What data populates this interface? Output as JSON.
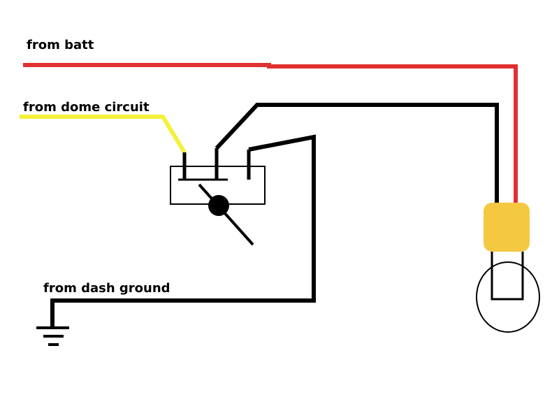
{
  "labels": {
    "batt": "from batt",
    "dome": "from dome circuit",
    "ground": "from dash ground"
  },
  "colors": {
    "battery_wire": "#e03030",
    "dome_wire": "#f5f03a",
    "wire": "#000000",
    "bulb_base": "#f5c842",
    "background": "#ffffff"
  },
  "icons": {
    "ground": "ground-symbol-icon",
    "bulb": "light-bulb-icon",
    "switch": "relay-switch-icon"
  }
}
